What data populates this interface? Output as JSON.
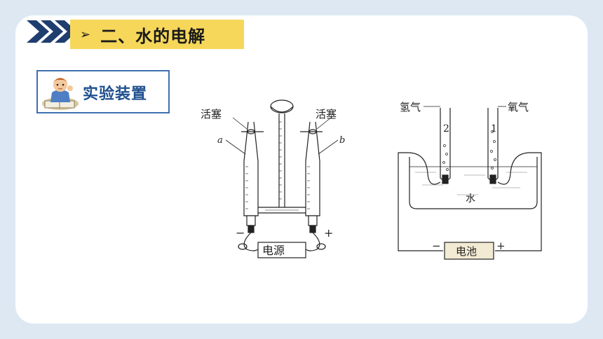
{
  "header": {
    "title": "二、水的电解",
    "bullet": "➢"
  },
  "section": {
    "title": "实验装置"
  },
  "diagram_left": {
    "stopcock_left": "活塞",
    "stopcock_right": "活塞",
    "label_a": "a",
    "label_b": "b",
    "minus": "−",
    "plus": "+",
    "power": "电源"
  },
  "diagram_right": {
    "hydrogen": "氢气",
    "oxygen": "氧气",
    "tube2": "2",
    "tube1": "1",
    "water": "水",
    "battery": "电池",
    "minus": "−",
    "plus": "+"
  },
  "colors": {
    "background": "#dde8f3",
    "title_bar": "#f6d75a",
    "chevron": "#1f3d6e",
    "section_border": "#3f6fb0",
    "section_text": "#1f4f8f"
  }
}
